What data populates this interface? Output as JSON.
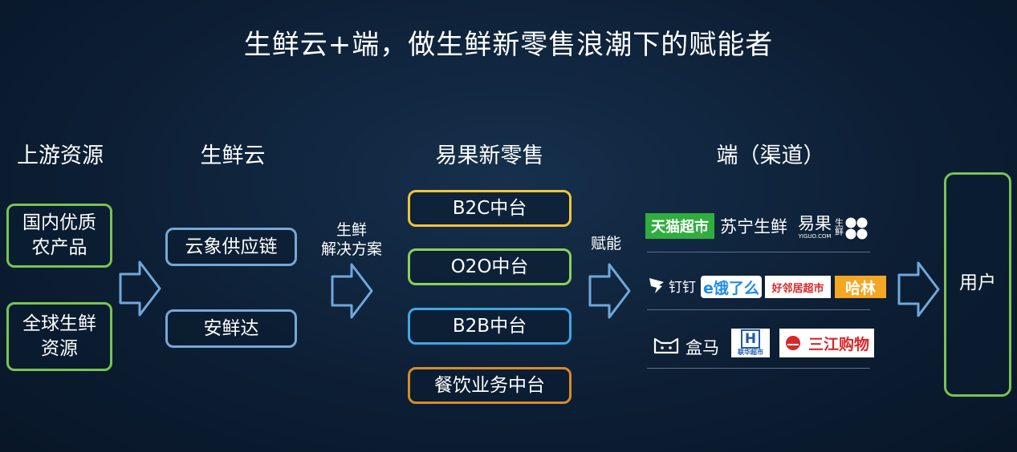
{
  "title": "生鲜云+端，做生鲜新零售浪潮下的赋能者",
  "columns": {
    "upstream": {
      "heading": "上游资源",
      "boxes": [
        "国内优质\n农产品",
        "全球生鲜\n资源"
      ]
    },
    "cloud": {
      "heading": "生鲜云",
      "boxes": [
        "云象供应链",
        "安鲜达"
      ]
    },
    "yiguo": {
      "heading": "易果新零售",
      "boxes": [
        "B2C中台",
        "O2O中台",
        "B2B中台",
        "餐饮业务中台"
      ]
    },
    "channels": {
      "heading": "端（渠道）"
    }
  },
  "labels": {
    "solution": "生鲜\n解决方案",
    "empower": "赋能"
  },
  "user_box": "用户",
  "logos": {
    "row1": [
      {
        "text": "天猫超市",
        "color": "#2fae3f"
      },
      {
        "text": "苏宁生鲜",
        "color": "#ffffff"
      },
      {
        "text": "易果",
        "color": "#ffffff"
      },
      {
        "text": "生鲜",
        "color": "#ffffff"
      },
      {
        "text": "YIGUO.COM",
        "color": "#ffffff"
      }
    ],
    "row2": [
      {
        "text": "钉钉",
        "color": "#ffffff"
      },
      {
        "text": "e饿了么",
        "color": "#1e8ae6"
      },
      {
        "text": "好邻居超市",
        "color": "#d8282a"
      },
      {
        "text": "哈林",
        "color": "#f5a623"
      }
    ],
    "row3": [
      {
        "text": "盒马",
        "color": "#ffffff"
      },
      {
        "text": "H",
        "color": "#1f5ca8"
      },
      {
        "text": "联华超市",
        "color": "#1f5ca8"
      },
      {
        "text": "三江购物",
        "color": "#d8282a"
      }
    ]
  }
}
